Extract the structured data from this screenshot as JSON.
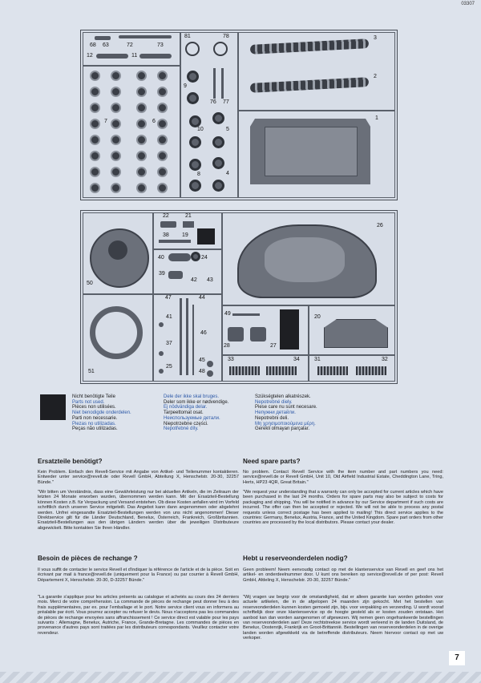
{
  "doc_code": "03307",
  "page_number": "7",
  "parts": {
    "n68": "68",
    "n63": "63",
    "n72": "72",
    "n73": "73",
    "n12": "12",
    "n11": "11",
    "n81": "81",
    "n78": "78",
    "n9": "9",
    "n76": "76",
    "n77": "77",
    "n10": "10",
    "n5": "5",
    "n8": "8",
    "n4": "4",
    "n7": "7",
    "n6": "6",
    "n3": "3",
    "n2": "2",
    "n1": "1",
    "n22": "22",
    "n21": "21",
    "n38": "38",
    "n19": "19",
    "n40": "40",
    "n24": "24",
    "n39": "39",
    "n42": "42",
    "n43": "43",
    "n50": "50",
    "n26": "26",
    "n47": "47",
    "n44": "44",
    "n41": "41",
    "n46": "46",
    "n37": "37",
    "n45": "45",
    "n25": "25",
    "n48": "48",
    "n51": "51",
    "n49": "49",
    "n20": "20",
    "n28": "28",
    "n27": "27",
    "n33": "33",
    "n34": "34",
    "n31": "31",
    "n32": "32"
  },
  "legend": {
    "col1": [
      "Nicht benötigte Teile",
      "Parts not used.",
      "Pièces non utilisées.",
      "Niet benodigde onderdelen.",
      "Parti non necessarie.",
      "Piezas no utilizadas.",
      "Peças não utilizadas."
    ],
    "col2": [
      "Dele der ikke skal bruges.",
      "Deler som ikke er nødvendige.",
      "Ej nödvändiga delar.",
      "Tarpeettomat osat.",
      "Неиспользуемые детали.",
      "Niepotrzebne części.",
      "Nepotřebné díly."
    ],
    "col3": [
      "Szükségtelen alkatrészek.",
      "Nepotrebné diely.",
      "Piese care nu sunt necesare.",
      "Непужни детайли.",
      "Nepotrebni deli.",
      "Μη χρησιμοποιούμενα μέρη.",
      "Gerekli olmayan parçalar."
    ]
  },
  "de": {
    "title": "Ersatzteile benötigt?",
    "p1": "Kein Problem. Einfach den Revell-Service mit Angabe von Artikel- und Teilenummer kontaktieren. Entweder unter service@revell.de oder Revell GmbH, Abteilung X, Henschelstr. 20-30, 32257 Bünde.\"",
    "p2": "\"Wir bitten um Verständnis, dass eine Gewährleistung nur bei aktuellen Artikeln, die im Zeitraum der letzten 24 Monate erworben wurden, übernommen werden kann. Mit der Ersatzteil-Bestellung können Kosten z.B. für Verpackung und Versand entstehen. Ob diese Kosten anfallen wird im Vorfeld schriftlich durch unseren Service mitgeteilt. Das Angebot kann dann angenommen oder abgelehnt werden. Unfrei eingesandte Ersatzteil-Bestellungen werden von uns nicht angenommen! Dieser Direktservice gilt für die Länder Deutschland, Benelux, Österreich, Frankreich, Großbritannien. Ersatzteil-Bestellungen aus den übrigen Ländern werden über die jeweiligen Distributeure abgewickelt. Bitte kontakten Sie Ihren Händler."
  },
  "fr": {
    "title": "Besoin de pièces de rechange ?",
    "p1": "Il vous suffit de contacter le service Revell et d'indiquer la référence de l'article et de la pièce. Soit en écrivant par mail à france@revell.de (uniquement pour la France) ou par courrier à Revell GmbH, Département X, Henschelstr. 20-30, D-32257 Bünde.\"",
    "p2": "\"La garantie s'applique pour les articles présents au catalogue et achetés au cours des 24 derniers mois. Merci de votre compréhension. La commande de pièces de rechange peut donner lieu à des frais supplémentaires, par ex. pour l'emballage et le port. Notre service client vous en informera au préalable par écrit. Vous pourrez accepter ou refuser le devis. Nous n'acceptons pas les commandes de pièces de rechange envoyées sans affranchissement ! Ce service direct est valable pour les pays suivants : Allemagne, Benelux, Autriche, France, Grande-Bretagne. Les commandes de pièces en provenance d'autres pays sont traitées par les distributeurs correspondants. Veuillez contacter votre revendeur."
  },
  "en": {
    "title": "Need spare parts?",
    "p1": "No problem. Contact Revell Service with the item number and part numbers you need: service@revell.de or Revell GmbH, Unit 10, Old Airfield Industrial Estate, Cheddington Lane, Tring, Herts, HP23 4QR, Great Britain.\"",
    "p2": "\"We request your understanding that a warranty can only be accepted for current articles which have been purchased in the last 24 months. Orders for spare parts may also be subject to costs for packaging and shipping. You will be notified in advance by our Service department if such costs are incurred. The offer can then be accepted or rejected. We will not be able to process any postal requests unless correct postage has been applied to mailing! This direct service applies to the countries: Germany, Benelux, Austria, France, and the United Kingdom. Spare part orders from other countries are processed by the local distributors. Please contact your dealer."
  },
  "nl": {
    "title": "Hebt u reserveonderdelen nodig?",
    "p1": "Geen probleem! Neem eenvoudig contact op met de klantenservice van Revell en geef ons het artikel- en onderdeelnummer door. U kunt ons bereiken op service@revell.de of per post: Revell GmbH, Afdeling X, Henschelstr. 20-30, 32257 Bünde.\"",
    "p2": "\"Wij vragen uw begrip voor de omstandigheid, dat er alleen garantie kan worden geboden voor actuele artikelen, die in de afgelopen 24 maanden zijn gekocht. Met het bestellen van reserveonderdelen kunnen kosten gemoeid zijn, bijv. voor verpakking en verzending. U wordt vooraf schriftelijk door onze klantenservice op de hoogte gesteld als er kosten zouden ontstaan. Het aanbod kan dan worden aangenomen of afgewezen. Wij nemen geen ongefrankeerde bestellingen van reserveonderdelen aan! Deze rechtstreekse service wordt verleend in de landen Duitsland, de Benelux, Oostenrijk, Frankrijk en Groot-Brittannië. Bestellingen van reserveonderdelen in de overige landen worden afgewikkeld via de betreffende distributeurs. Neem hiervoor contact op met uw verkoper."
  }
}
